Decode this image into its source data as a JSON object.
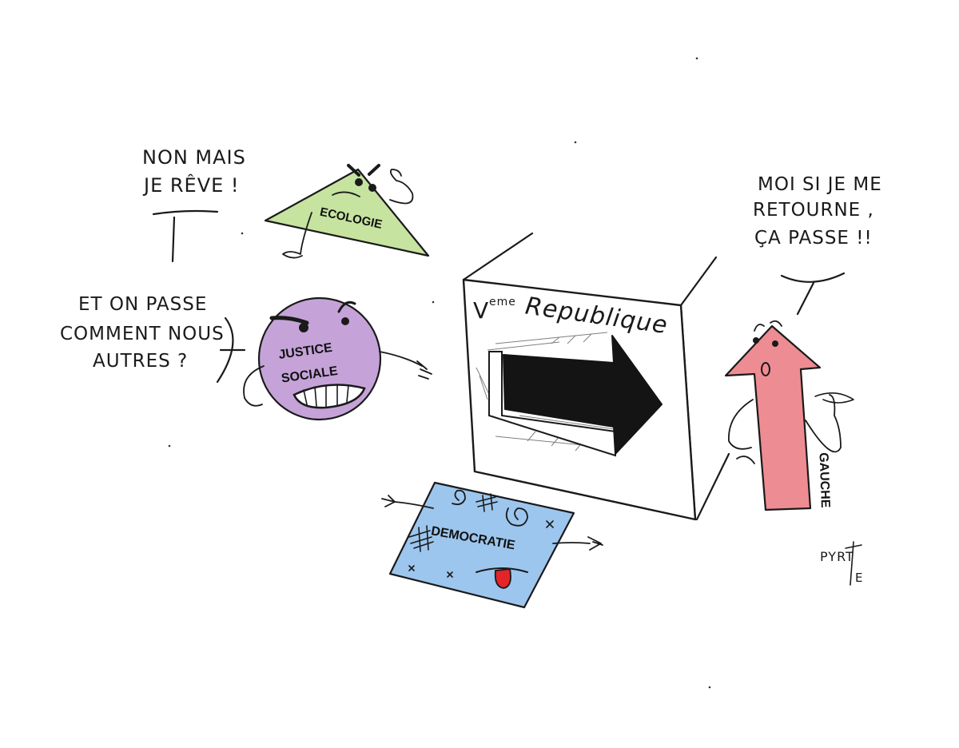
{
  "speech": {
    "ecology_line1": "NON MAIS",
    "ecology_line2": "JE RÊVE !",
    "justice_line1": "ET ON PASSE",
    "justice_line2": "COMMENT NOUS",
    "justice_line3": "AUTRES ?",
    "gauche_line1": "MOI SI JE ME",
    "gauche_line2": "RETOURNE ,",
    "gauche_line3": "ÇA PASSE !!"
  },
  "characters": {
    "ecologie": "ECOLOGIE",
    "justice_line1": "JUSTICE",
    "justice_line2": "SOCIALE",
    "democratie": "DEMOCRATIE",
    "gauche": "GAUCHE"
  },
  "box": {
    "numeral": "V",
    "superscript": "eme",
    "title": "Republique"
  },
  "signature": {
    "line1": "PYRT",
    "line2": "E"
  },
  "colors": {
    "ecologie": "#c6e3a0",
    "justice": "#c5a3d8",
    "democratie": "#9cc6ee",
    "gauche": "#ee8c93",
    "tongue": "#e5242a"
  }
}
